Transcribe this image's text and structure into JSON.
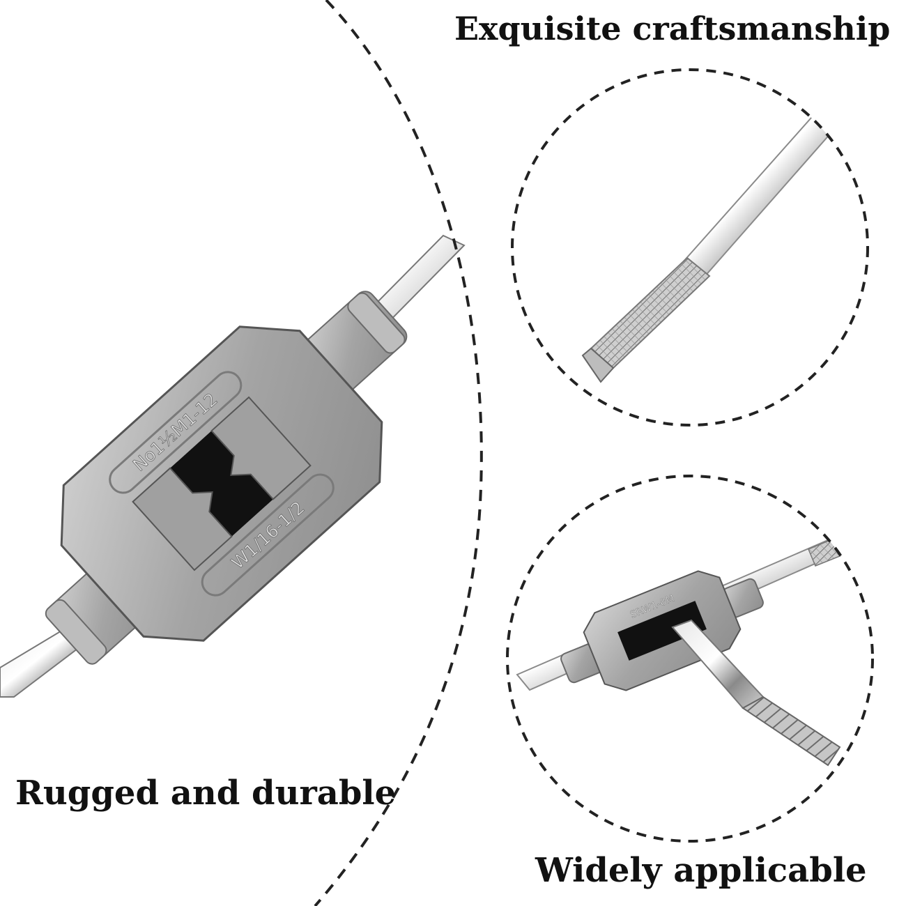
{
  "captions": {
    "top_right": "Exquisite craftsmanship",
    "bottom_left": "Rugged and durable",
    "bottom_right": "Widely applicable"
  },
  "wrench_markings": {
    "upper": "No1½M1-12",
    "lower": "W1/16-1/2"
  },
  "inset_wrench_marking": "SRW1-8M",
  "colors": {
    "background": "#ffffff",
    "text": "#111111",
    "dashed_line": "#222222",
    "metal": "#a8a8a8",
    "slot": "#111111"
  }
}
